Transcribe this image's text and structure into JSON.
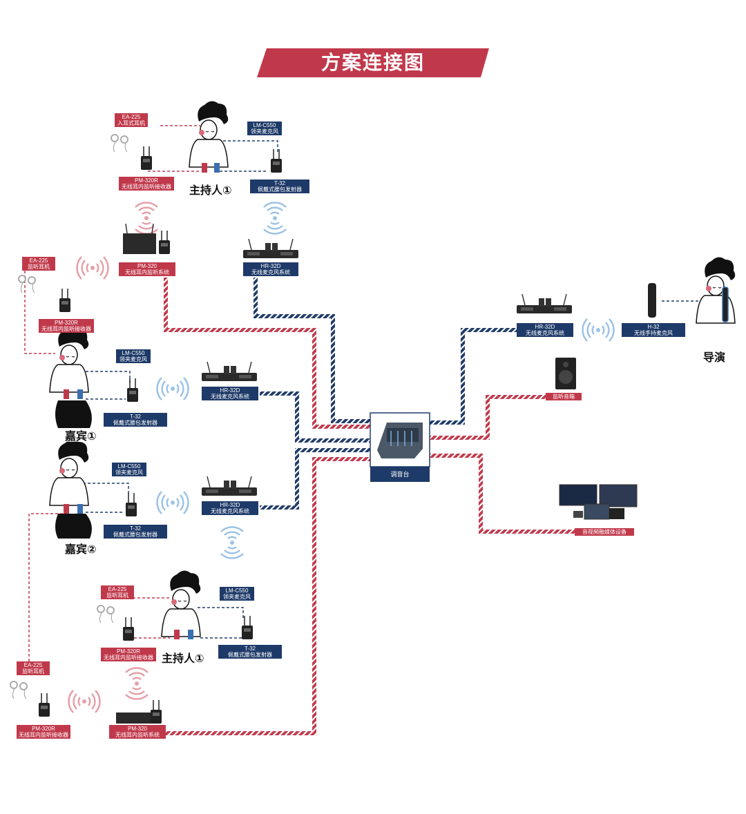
{
  "title": "方案连接图",
  "colors": {
    "red": "#c0394b",
    "blue": "#1e3a68",
    "wave_red": "#e6a0a8",
    "wave_blue": "#9cc3e6"
  },
  "people": {
    "host1_top": "主持人①",
    "guest1": "嘉宾①",
    "guest2": "嘉宾②",
    "host1_bottom": "主持人①",
    "director": "导演"
  },
  "labels": {
    "host1_ea225": {
      "model": "EA-225",
      "desc": "入耳式耳机"
    },
    "host1_pm320r": {
      "model": "PM-320R",
      "desc": "无线耳内监听接收器"
    },
    "host1_lm": {
      "model": "LM-C550",
      "desc": "领夹麦克风"
    },
    "host1_t32": {
      "model": "T-32",
      "desc": "佩戴式腰包发射器"
    },
    "pm320_top": {
      "model": "PM-320",
      "desc": "无线耳内监听系统"
    },
    "hr32d_top": {
      "model": "HR-32D",
      "desc": "无线麦克风系统"
    },
    "guest1_ea225": {
      "model": "EA-225",
      "desc": "监听耳机"
    },
    "guest1_pm320r": {
      "model": "PM-320R",
      "desc": "无线耳内监听接收器"
    },
    "guest1_lm": {
      "model": "LM-C550",
      "desc": "领夹麦克风"
    },
    "guest1_t32": {
      "model": "T-32",
      "desc": "佩戴式腰包发射器"
    },
    "hr32d_g1": {
      "model": "HR-32D",
      "desc": "无线麦克风系统"
    },
    "guest2_lm": {
      "model": "LM-C550",
      "desc": "领夹麦克风"
    },
    "guest2_t32": {
      "model": "T-32",
      "desc": "佩戴式腰包发射器"
    },
    "hr32d_g2": {
      "model": "HR-32D",
      "desc": "无线麦克风系统"
    },
    "host2_ea225": {
      "model": "EA-225",
      "desc": "监听耳机"
    },
    "host2_pm320r": {
      "model": "PM-320R",
      "desc": "无线耳内监听接收器"
    },
    "host2_lm": {
      "model": "LM-C550",
      "desc": "领夹麦克风"
    },
    "host2_t32": {
      "model": "T-32",
      "desc": "佩戴式腰包发射器"
    },
    "bl_ea225": {
      "model": "EA-225",
      "desc": "监听耳机"
    },
    "bl_pm320r": {
      "model": "PM-320R",
      "desc": "无线耳内监听接收器"
    },
    "pm320_bottom": {
      "model": "PM-320",
      "desc": "无线耳内监听系统"
    },
    "mixer": {
      "desc": "调音台"
    },
    "hr32d_dir": {
      "model": "HR-32D",
      "desc": "无线麦克风系统"
    },
    "h32": {
      "model": "H-32",
      "desc": "无线手持麦克风"
    },
    "speaker": {
      "desc": "监听音箱"
    },
    "av": {
      "desc": "音视频融媒体设备"
    }
  }
}
